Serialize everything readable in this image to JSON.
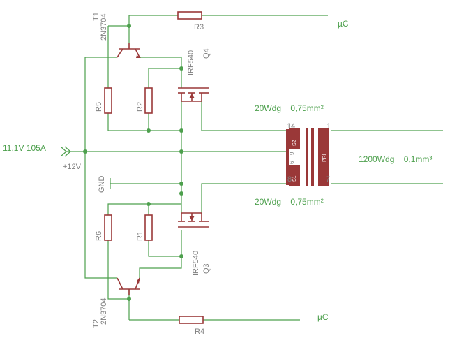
{
  "colors": {
    "wire": "#4da04d",
    "component": "#9a3838",
    "label_grey": "#808080",
    "label_green": "#4da04d",
    "background": "#ffffff"
  },
  "labels": {
    "t1_name": "T1",
    "t1_type": "2N3704",
    "t2_name": "T2",
    "t2_type": "2N3704",
    "q4_type": "IRF540",
    "q4_name": "Q4",
    "q3_type": "IRF540",
    "q3_name": "Q3",
    "r1": "R1",
    "r2": "R2",
    "r3": "R3",
    "r4": "R4",
    "r5": "R5",
    "r6": "R6",
    "uc_top": "µC",
    "uc_bottom": "µC",
    "supply": "11,1V 105A",
    "plus12v": "+12V",
    "gnd": "GND",
    "winding_top": "20Wdg    0,75mm²",
    "winding_bottom": "20Wdg    0,75mm²",
    "winding_primary": "1200Wdg    0,1mm³",
    "pin_14": "14",
    "pin_1": "1",
    "pin_7": "7",
    "pin_8": "8",
    "pin_s2": "S2",
    "pin_s1": "S1",
    "pin_pri": "PRI"
  }
}
